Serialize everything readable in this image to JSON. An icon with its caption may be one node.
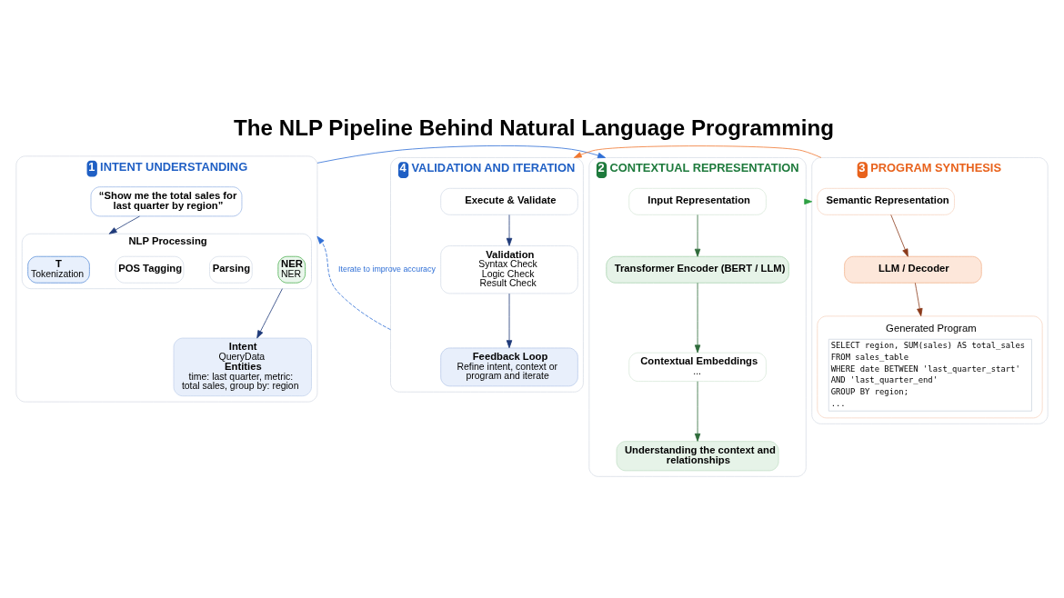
{
  "diagram": {
    "title": "The NLP Pipeline Behind Natural Language Programming",
    "nodes": [
      {
        "text": [
          "1",
          "INTENT UNDERSTANDING"
        ]
      },
      {
        "text": [
          "“Show me the total sales for last quarter by region”"
        ],
        "in": 0
      },
      {
        "text": [
          "NLP Processing"
        ],
        "in": 0
      },
      {
        "text": [
          "T",
          "Tokenization"
        ],
        "in": 2
      },
      {
        "text": [
          "POS Tagging"
        ],
        "in": 2
      },
      {
        "text": [
          "Parsing"
        ],
        "in": 2
      },
      {
        "text": [
          "NER",
          "NER"
        ],
        "in": 2
      },
      {
        "text": [
          "Intent",
          "QueryData",
          "Entities",
          "time: last quarter, metric: total sales, group by: region"
        ],
        "in": 0
      },
      {
        "text": [
          "2",
          "CONTEXTUAL REPRESENTATION"
        ]
      },
      {
        "text": [
          "Input Representation"
        ],
        "in": 8
      },
      {
        "text": [
          "Transformer Encoder (BERT / LLM)"
        ],
        "in": 8
      },
      {
        "text": [
          "Contextual Embeddings",
          "..."
        ],
        "in": 8
      },
      {
        "text": [
          "Understanding the context and relationships"
        ],
        "in": 8
      },
      {
        "text": [
          "3",
          "PROGRAM SYNTHESIS"
        ]
      },
      {
        "text": [
          "Semantic Representation"
        ],
        "in": 13
      },
      {
        "text": [
          "LLM / Decoder"
        ],
        "in": 13
      },
      {
        "text": [
          "Generated Program",
          "SELECT region, SUM(sales) AS total_sales",
          "FROM sales_table",
          "WHERE date BETWEEN 'last_quarter_start'",
          "AND 'last_quarter_end'",
          "GROUP BY region;",
          "..."
        ],
        "in": 13
      },
      {
        "text": [
          "4",
          "VALIDATION AND ITERATION"
        ]
      },
      {
        "text": [
          "Execute & Validate"
        ],
        "in": 17
      },
      {
        "text": [
          "Validation",
          "Syntax Check",
          "Logic Check",
          "Result Check"
        ],
        "in": 17
      },
      {
        "text": [
          "Feedback Loop",
          "Refine intent, context or program and iterate"
        ],
        "in": 17
      }
    ],
    "edges": [
      {
        "from": 1,
        "to": 2,
        "arrow": "to",
        "color": "#1f3a7a"
      },
      {
        "from": 2,
        "to": 7,
        "arrow": "to",
        "color": "#1f3a7a"
      },
      {
        "from": 0,
        "to": 8,
        "arrow": "to",
        "color": "#2f6fd6"
      },
      {
        "from": 9,
        "to": 10,
        "arrow": "to",
        "color": "#2e6b3a"
      },
      {
        "from": 10,
        "to": 11,
        "arrow": "to",
        "color": "#2e6b3a"
      },
      {
        "from": 11,
        "to": 12,
        "arrow": "to",
        "color": "#2e6b3a"
      },
      {
        "from": 8,
        "to": 13,
        "arrow": "to",
        "color": "#2ea043"
      },
      {
        "from": 14,
        "to": 15,
        "arrow": "to",
        "color": "#8b3a1a"
      },
      {
        "from": 15,
        "to": 16,
        "arrow": "to",
        "color": "#8b3a1a"
      },
      {
        "from": 13,
        "to": 17,
        "arrow": "to",
        "color": "#f07830"
      },
      {
        "from": 18,
        "to": 19,
        "arrow": "to",
        "color": "#1f3a7a"
      },
      {
        "from": 19,
        "to": 20,
        "arrow": "to",
        "color": "#1f3a7a"
      },
      {
        "from": 17,
        "to": 0,
        "arrow": "to",
        "label": "Iterate to improve accuracy",
        "style": "dashed",
        "color": "#2f6fd6"
      }
    ]
  }
}
